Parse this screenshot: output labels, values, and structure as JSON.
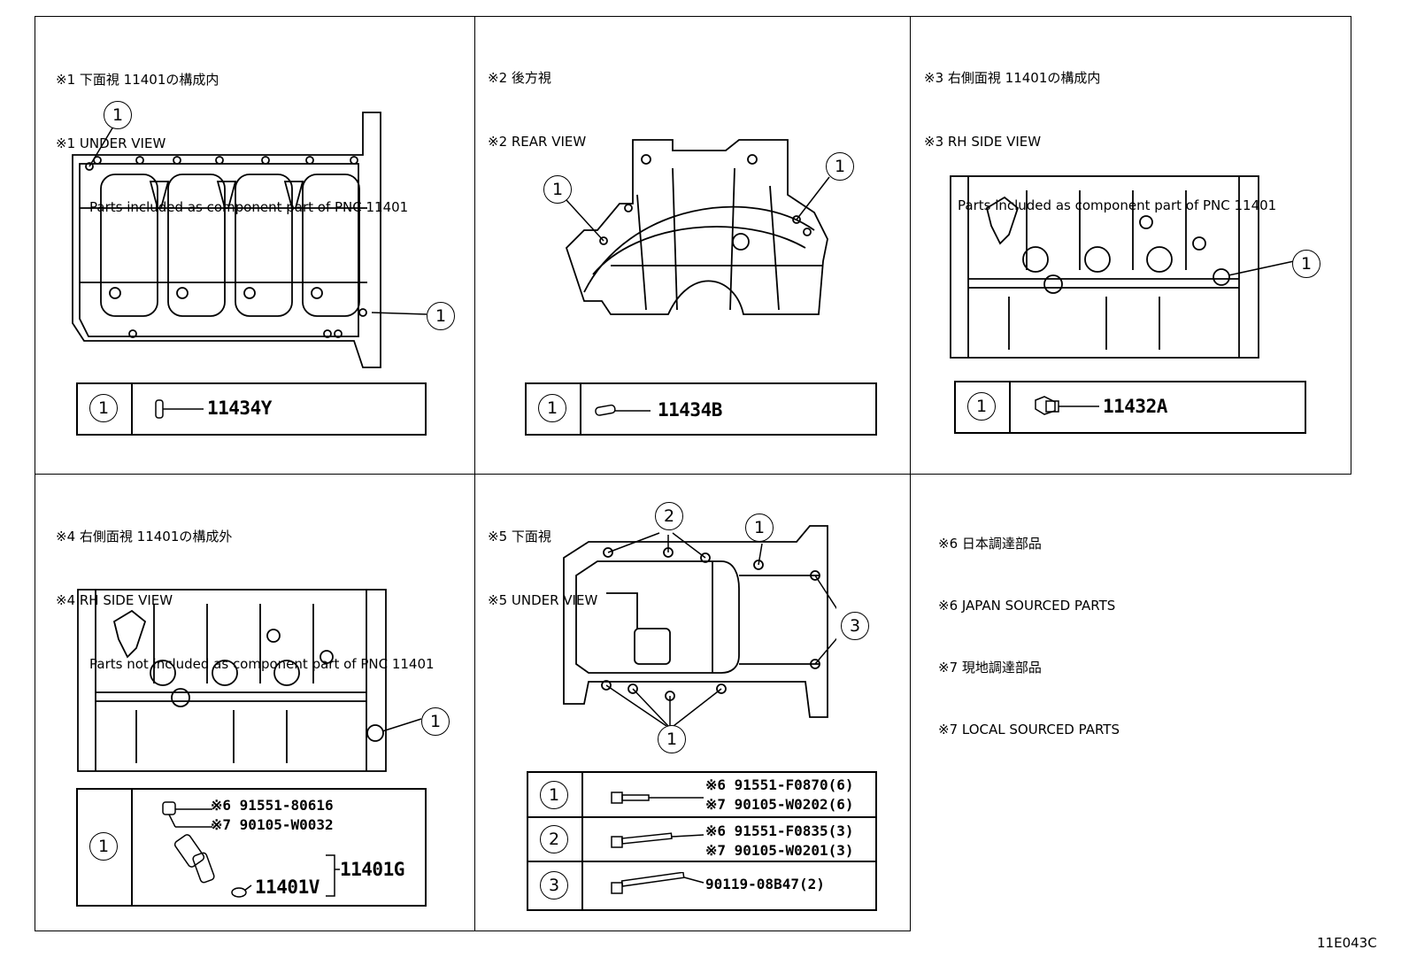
{
  "panels": [
    {
      "lines": [
        "※1 下面視 11401の構成内",
        "※1 UNDER VIEW",
        "Parts included as component part of PNC 11401"
      ],
      "callout": "1",
      "parts": [
        {
          "index": "1",
          "number": "11434Y"
        }
      ]
    },
    {
      "lines": [
        "※2 後方視",
        "※2 REAR VIEW"
      ],
      "callout": "1",
      "parts": [
        {
          "index": "1",
          "number": "11434B"
        }
      ]
    },
    {
      "lines": [
        "※3 右側面視 11401の構成内",
        "※3 RH SIDE VIEW",
        "Parts included as component part of PNC 11401"
      ],
      "callout": "1",
      "parts": [
        {
          "index": "1",
          "number": "11432A"
        }
      ]
    },
    {
      "lines": [
        "※4 右側面視 11401の構成外",
        "※4 RH SIDE VIEW",
        "Parts not included as component part of PNC 11401"
      ],
      "callout": "1",
      "parts": [
        {
          "index": "1",
          "line1": "※6 91551-80616",
          "line2": "※7 90105-W0032",
          "sub": "11401V",
          "group": "11401G"
        }
      ]
    },
    {
      "lines": [
        "※5 下面視",
        "※5 UNDER VIEW"
      ],
      "callouts": [
        "2",
        "1",
        "3",
        "1"
      ],
      "parts": [
        {
          "index": "1",
          "line1": "※6 91551-F0870(6)",
          "line2": "※7 90105-W0202(6)"
        },
        {
          "index": "2",
          "line1": "※6 91551-F0835(3)",
          "line2": "※7 90105-W0201(3)"
        },
        {
          "index": "3",
          "line1": "90119-08B47(2)"
        }
      ]
    }
  ],
  "notes": [
    "※6 日本調達部品",
    "※6 JAPAN SOURCED PARTS",
    "※7 現地調達部品",
    "※7 LOCAL SOURCED PARTS"
  ],
  "figure_code": "11E043C"
}
